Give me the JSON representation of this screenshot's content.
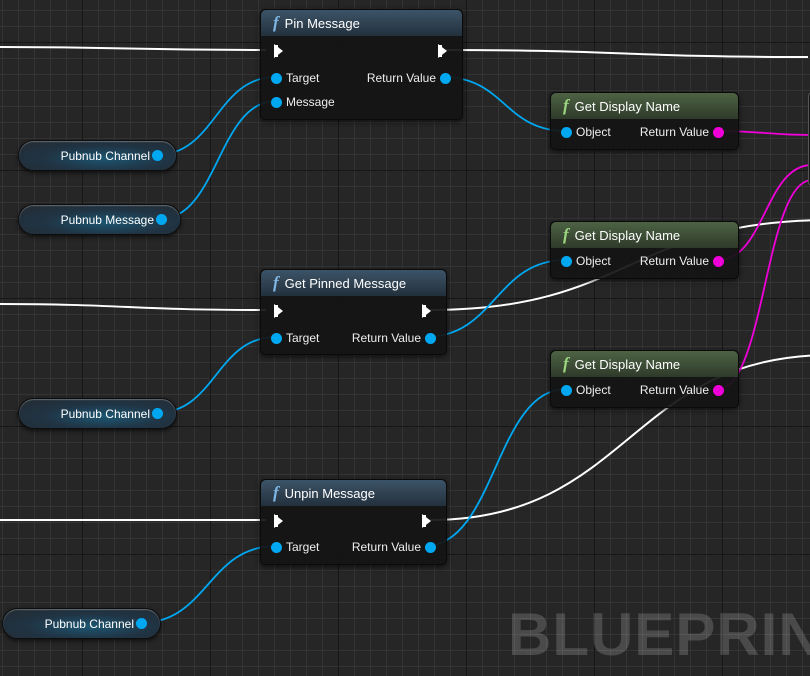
{
  "watermark": "BLUEPRINT",
  "nodes": {
    "pin_message": {
      "title": "Pin Message",
      "inputs": [
        "Target",
        "Message"
      ],
      "output": "Return Value"
    },
    "get_pinned_message": {
      "title": "Get Pinned Message",
      "input": "Target",
      "output": "Return Value"
    },
    "unpin_message": {
      "title": "Unpin Message",
      "input": "Target",
      "output": "Return Value"
    },
    "get_display_name_1": {
      "title": "Get Display Name",
      "input": "Object",
      "output": "Return Value"
    },
    "get_display_name_2": {
      "title": "Get Display Name",
      "input": "Object",
      "output": "Return Value"
    },
    "get_display_name_3": {
      "title": "Get Display Name",
      "input": "Object",
      "output": "Return Value"
    }
  },
  "variables": [
    "Pubnub Channel",
    "Pubnub Message",
    "Pubnub Channel",
    "Pubnub Channel"
  ],
  "function_icon": "f",
  "colors": {
    "object_pin": "#00a8f2",
    "string_pin": "#f000d8",
    "exec_wire": "#ffffff",
    "function_header": "#3c5468",
    "pure_header": "#4d6344"
  }
}
